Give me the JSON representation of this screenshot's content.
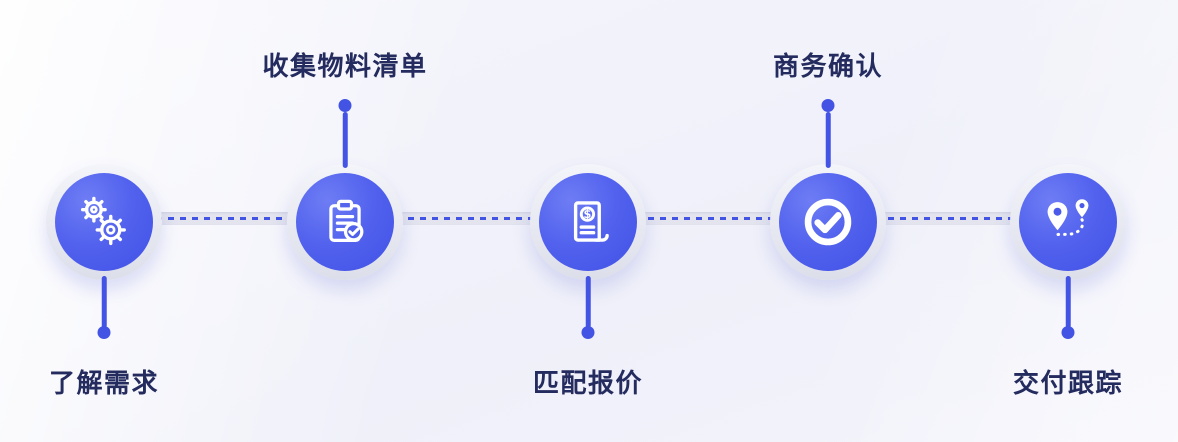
{
  "colors": {
    "accent": "#4353e4",
    "label_text": "#242b5e",
    "track": "#e3e4ee",
    "circle_gradient_start": "#6e7df4",
    "circle_gradient_end": "#4050e5",
    "background": "#f2f3fa",
    "icon_color": "#ffffff"
  },
  "steps": [
    {
      "label": "了解需求",
      "label_position": "below",
      "icon": "gears-icon"
    },
    {
      "label": "收集物料清单",
      "label_position": "above",
      "icon": "clipboard-checklist-icon"
    },
    {
      "label": "匹配报价",
      "label_position": "below",
      "icon": "invoice-dollar-icon"
    },
    {
      "label": "商务确认",
      "label_position": "above",
      "icon": "check-circle-icon"
    },
    {
      "label": "交付跟踪",
      "label_position": "below",
      "icon": "map-pins-route-icon"
    }
  ]
}
